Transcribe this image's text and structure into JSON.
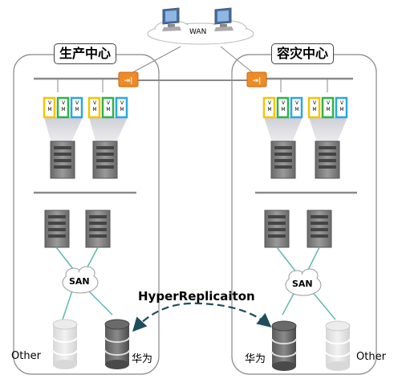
{
  "wan": {
    "label": "WAN"
  },
  "sites": [
    {
      "title": "生产中心",
      "vm_label": "V M",
      "storage_other": "Other",
      "storage_huawei": "华为",
      "san": "SAN"
    },
    {
      "title": "容灾中心",
      "vm_label": "V M",
      "storage_other": "Other",
      "storage_huawei": "华为",
      "san": "SAN"
    }
  ],
  "replication": {
    "label": "HyperReplicaiton"
  },
  "colors": {
    "vm_yellow": "#f5c400",
    "vm_green": "#2db34a",
    "vm_blue": "#29a8e0",
    "firewall": "#f08a24",
    "site_border": "#888888",
    "replication_arrow": "#1f4d5c",
    "san_link": "#5fb8b0"
  },
  "icons": [
    "monitor-icon",
    "cloud-icon",
    "firewall-icon",
    "vm-icon",
    "server-icon",
    "database-icon"
  ]
}
